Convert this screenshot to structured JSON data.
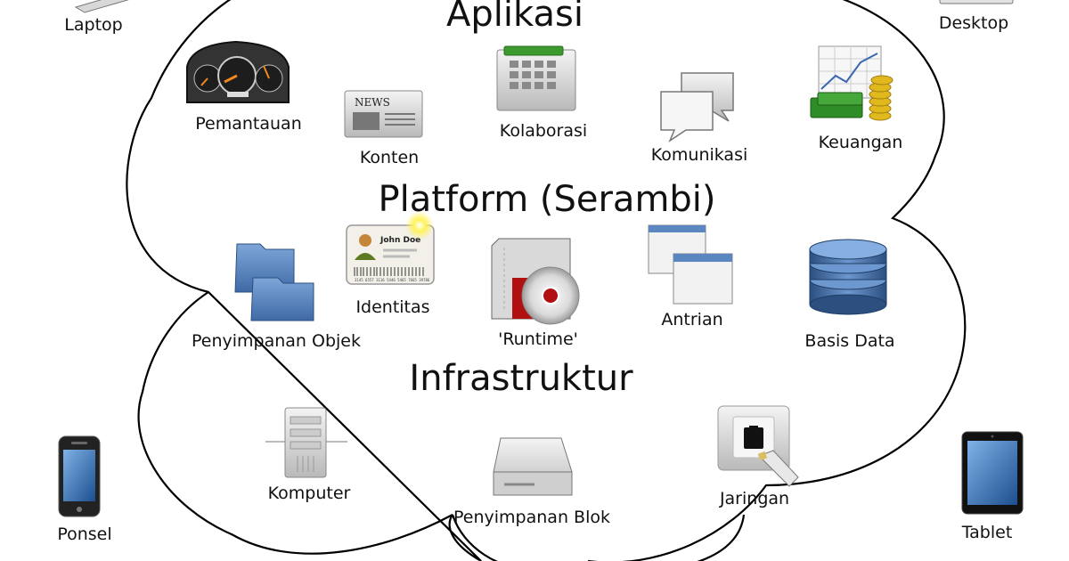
{
  "layers": {
    "applications": "Aplikasi",
    "platform": "Platform (Serambi)",
    "infrastructure": "Infrastruktur"
  },
  "devices": {
    "laptop": "Laptop",
    "desktop": "Desktop",
    "phone": "Ponsel",
    "tablet": "Tablet"
  },
  "applications": {
    "monitoring": "Pemantauan",
    "content": "Konten",
    "collaboration": "Kolaborasi",
    "communication": "Komunikasi",
    "finance": "Keuangan"
  },
  "platform": {
    "object_storage": "Penyimpanan Objek",
    "identity": "Identitas",
    "identity_card_name": "John Doe",
    "identity_card_number": "3145 6557 3116 5446 5465 7665 39786",
    "runtime": "'Runtime'",
    "queue": "Antrian",
    "database": "Basis Data"
  },
  "infrastructure": {
    "compute": "Komputer",
    "block_storage": "Penyimpanan Blok",
    "network": "Jaringan"
  },
  "icon_texts": {
    "news": "NEWS"
  },
  "colors": {
    "cloud_stroke": "#000000",
    "folder_blue": "#5a86c0",
    "db_blue": "#3d6aa3",
    "calendar_green": "#3c9a2e",
    "card_bg": "#f2f0e8",
    "runtime_red": "#b01010",
    "money_green": "#2f8d27",
    "coin_gold": "#e0b91e"
  }
}
